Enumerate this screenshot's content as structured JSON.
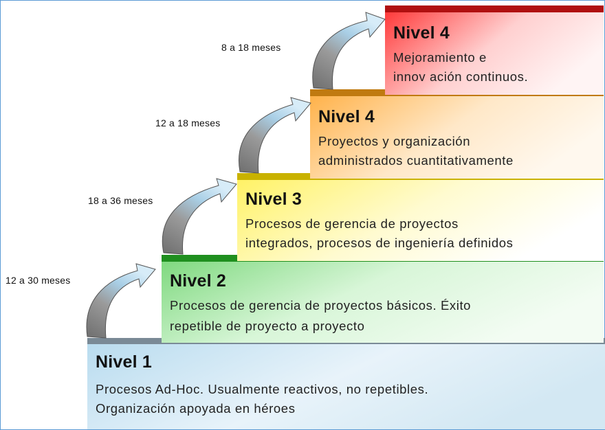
{
  "levels": [
    {
      "title": "Nivel 1",
      "line1": "Procesos Ad-Hoc. Usualmente reactivos, no repetibles.",
      "line2": "Organización apoyada en héroes",
      "color": "#9dcde6"
    },
    {
      "title": "Nivel 2",
      "line1": "Procesos de gerencia de proyectos básicos. Éxito",
      "line2": "repetible de proyecto a proyecto",
      "color": "#33b233"
    },
    {
      "title": "Nivel 3",
      "line1": "Procesos de gerencia de proyectos",
      "line2": "integrados, procesos de ingeniería definidos",
      "color": "#f2d600"
    },
    {
      "title": "Nivel 4",
      "line1": "Proyectos y organización",
      "line2": "administrados cuantitativamente",
      "color": "#f08a10"
    },
    {
      "title": "Nivel 4",
      "line1": "Mejoramiento e",
      "line2": "innov ación continuos.",
      "color": "#d81818"
    }
  ],
  "durations": [
    "12 a 30 meses",
    "18 a 36 meses",
    "12 a 18 meses",
    "8 a 18 meses"
  ]
}
